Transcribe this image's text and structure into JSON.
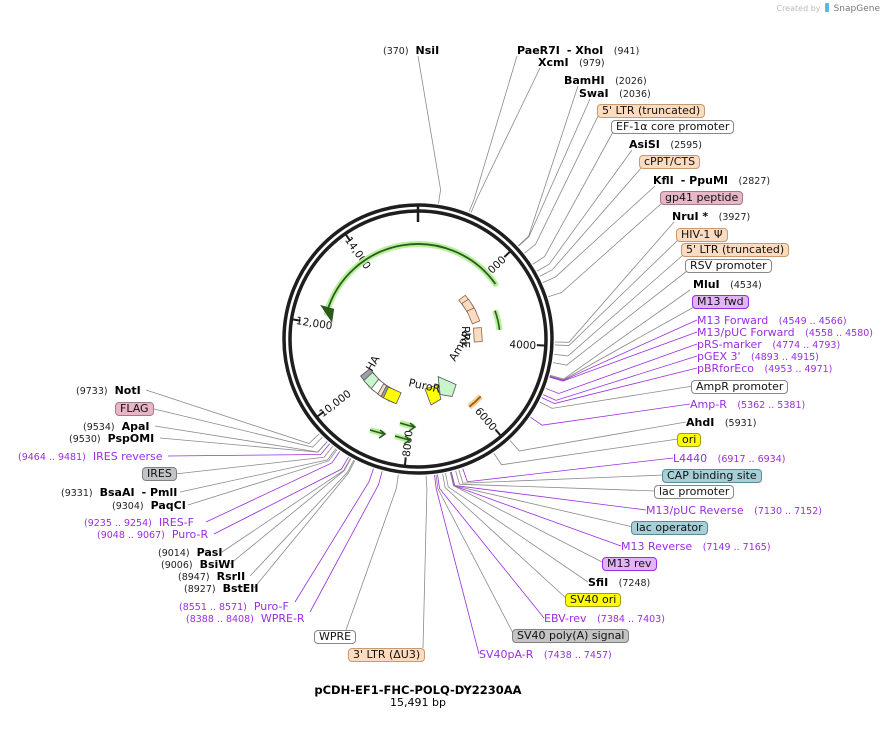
{
  "credit": {
    "prefix": "Created by",
    "brand": "SnapGene"
  },
  "plasmid": {
    "name": "pCDH-EF1-FHC-POLQ-DY2230AA",
    "length_label": "15,491 bp",
    "length_bp": 15491
  },
  "ring_ticks": [
    "2000",
    "4000",
    "6000",
    "8000",
    "10,000",
    "12,000",
    "14,000"
  ],
  "internal_labels": [
    "HA",
    "PuroR",
    "AmpR",
    "RRE"
  ],
  "colors": {
    "ring": "#1e1e1e",
    "enzyme_line": "#888888",
    "primer": "#9a2ee0",
    "ltr_feature": "#fbdcc0",
    "white_feature": "#ffffff",
    "pink_feature": "#e7b7c8",
    "purple_feature": "#e2b4f5",
    "yellow_feature": "#ffff00",
    "teal_feature": "#a7cfd8",
    "gray_feature": "#c2c4c6",
    "orf_green": "#90ee70"
  },
  "labels": {
    "nsiI": {
      "pos": "(370)",
      "name": "NsiI"
    },
    "paeR7I": {
      "name": "PaeR7I",
      "name2": "- XhoI",
      "pos": "(941)"
    },
    "xcmI": {
      "name": "XcmI",
      "pos": "(979)"
    },
    "bamHI": {
      "name": "BamHI",
      "pos": "(2026)"
    },
    "swaI": {
      "name": "SwaI",
      "pos": "(2036)"
    },
    "ltr5a": {
      "name": "5' LTR (truncated)"
    },
    "ef1a": {
      "name": "EF-1α core promoter"
    },
    "asiSI": {
      "name": "AsiSI",
      "pos": "(2595)"
    },
    "cppt": {
      "name": "cPPT/CTS"
    },
    "kflI": {
      "name": "KflI",
      "name2": "- PpuMI",
      "pos": "(2827)"
    },
    "gp41": {
      "name": "gp41 peptide"
    },
    "nruI": {
      "name": "NruI *",
      "pos": "(3927)"
    },
    "hiv1": {
      "name": "HIV-1 Ψ"
    },
    "ltr5b": {
      "name": "5' LTR (truncated)"
    },
    "rsv": {
      "name": "RSV promoter"
    },
    "mluI": {
      "name": "MluI",
      "pos": "(4534)"
    },
    "m13fwd": {
      "name": "M13 fwd"
    },
    "m13forward": {
      "name": "M13 Forward",
      "pos": "(4549 .. 4566)"
    },
    "m13pucfwd": {
      "name": "M13/pUC Forward",
      "pos": "(4558 .. 4580)"
    },
    "prs": {
      "name": "pRS-marker",
      "pos": "(4774 .. 4793)"
    },
    "pgex": {
      "name": "pGEX 3'",
      "pos": "(4893 .. 4915)"
    },
    "pbr": {
      "name": "pBRforEco",
      "pos": "(4953 .. 4971)"
    },
    "ampprom": {
      "name": "AmpR promoter"
    },
    "ampr": {
      "name": "Amp-R",
      "pos": "(5362 .. 5381)"
    },
    "ahdI": {
      "name": "AhdI",
      "pos": "(5931)"
    },
    "ori": {
      "name": "ori"
    },
    "l4440": {
      "name": "L4440",
      "pos": "(6917 .. 6934)"
    },
    "cap": {
      "name": "CAP binding site"
    },
    "lacprom": {
      "name": "lac promoter"
    },
    "m13pucrev": {
      "name": "M13/pUC Reverse",
      "pos": "(7130 .. 7152)"
    },
    "lacop": {
      "name": "lac operator"
    },
    "m13reverse": {
      "name": "M13 Reverse",
      "pos": "(7149 .. 7165)"
    },
    "m13rev": {
      "name": "M13 rev"
    },
    "sfiI": {
      "name": "SfiI",
      "pos": "(7248)"
    },
    "sv40ori": {
      "name": "SV40 ori"
    },
    "ebvrev": {
      "name": "EBV-rev",
      "pos": "(7384 .. 7403)"
    },
    "sv40pa": {
      "name": "SV40 poly(A) signal"
    },
    "sv40par": {
      "name": "SV40pA-R",
      "pos": "(7438 .. 7457)"
    },
    "ltr3": {
      "name": "3' LTR (ΔU3)"
    },
    "wpre": {
      "name": "WPRE"
    },
    "wprer": {
      "pos": "(8388 .. 8408)",
      "name": "WPRE-R"
    },
    "purof": {
      "pos": "(8551 .. 8571)",
      "name": "Puro-F"
    },
    "bstEII": {
      "pos": "(8927)",
      "name": "BstEII"
    },
    "rsrII": {
      "pos": "(8947)",
      "name": "RsrII"
    },
    "bsiWI": {
      "pos": "(9006)",
      "name": "BsiWI"
    },
    "pasI": {
      "pos": "(9014)",
      "name": "PasI"
    },
    "puror": {
      "pos": "(9048 .. 9067)",
      "name": "Puro-R"
    },
    "iresf": {
      "pos": "(9235 .. 9254)",
      "name": "IRES-F"
    },
    "paqCI": {
      "pos": "(9304)",
      "name": "PaqCI"
    },
    "bsaAI": {
      "pos": "(9331)",
      "name": "BsaAI",
      "name2": "- PmlI"
    },
    "ires": {
      "name": "IRES"
    },
    "iresrev": {
      "pos": "(9464 .. 9481)",
      "name": "IRES reverse"
    },
    "pspOMI": {
      "pos": "(9530)",
      "name": "PspOMI"
    },
    "apaI": {
      "pos": "(9534)",
      "name": "ApaI"
    },
    "flag": {
      "name": "FLAG"
    },
    "notI": {
      "pos": "(9733)",
      "name": "NotI"
    }
  }
}
